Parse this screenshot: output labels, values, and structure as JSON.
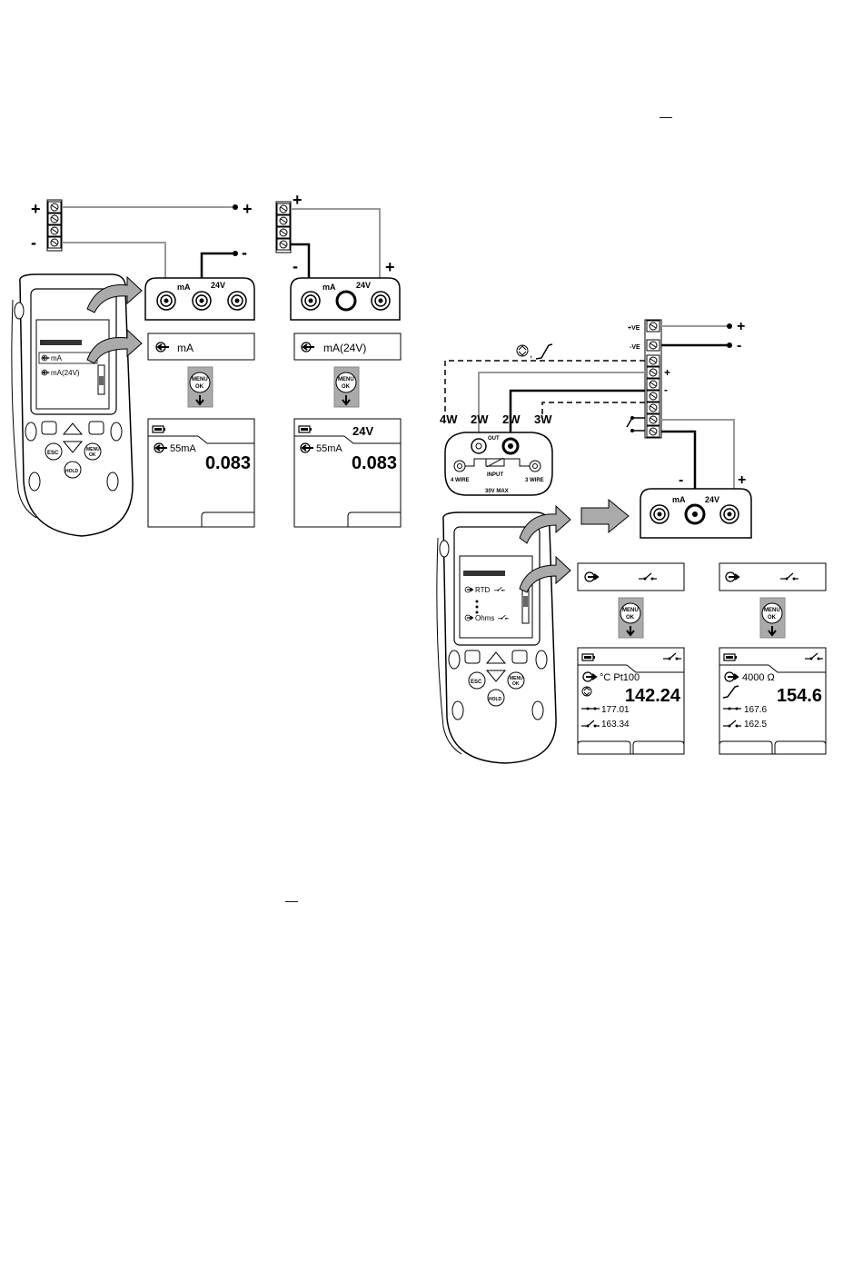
{
  "left": {
    "signs": {
      "plus_a": "+",
      "plus_b": "+",
      "minus_a": "-",
      "minus_b": "-",
      "plus_c": "+",
      "minus_c": "-",
      "plus_d": "+"
    },
    "panel_a": {
      "ma": "mA",
      "v24": "24V"
    },
    "panel_b": {
      "ma": "mA",
      "v24": "24V"
    },
    "device_menu": {
      "item1": "mA",
      "item2": "mA(24V)"
    },
    "select_a": "mA",
    "select_b": "mA(24V)",
    "menu_btn": {
      "top": "MENU",
      "bottom": "OK"
    },
    "keys": {
      "esc": "ESC",
      "menu": "MENU",
      "ok": "OK",
      "hold": "HOLD"
    },
    "display_a": {
      "label": "55mA",
      "value": "0.083"
    },
    "display_b": {
      "header": "24V",
      "label": "55mA",
      "value": "0.083"
    }
  },
  "right": {
    "terminals": {
      "pve": "+VE",
      "nve": "-VE",
      "plus": "+",
      "minus": "-",
      "term_plus": "+",
      "term_minus": "-"
    },
    "wire_labels": [
      "4W",
      "2W",
      "2W",
      "3W"
    ],
    "module": {
      "out": "OUT",
      "input": "INPUT",
      "wire4": "4 WIRE",
      "wire3": "3 WIRE",
      "max": "30V MAX"
    },
    "meter_panel": {
      "ma": "mA",
      "v24": "24V",
      "minus": "-",
      "plus": "+"
    },
    "device_menu": {
      "item1": "RTD",
      "item2": "Ohms"
    },
    "menu_btn": {
      "top": "MENU",
      "bottom": "OK"
    },
    "keys": {
      "esc": "ESC",
      "menu": "MENU",
      "ok": "OK",
      "hold": "HOLD"
    },
    "display_a": {
      "label": "°C Pt100",
      "value": "142.24",
      "sub1": "177.01",
      "sub2": "163.34"
    },
    "display_b": {
      "label": "4000 Ω",
      "value": "154.6",
      "sub1": "167.6",
      "sub2": "162.5"
    }
  },
  "text_marks": {
    "overbar_top": "—",
    "overbar_bottom": "—"
  }
}
